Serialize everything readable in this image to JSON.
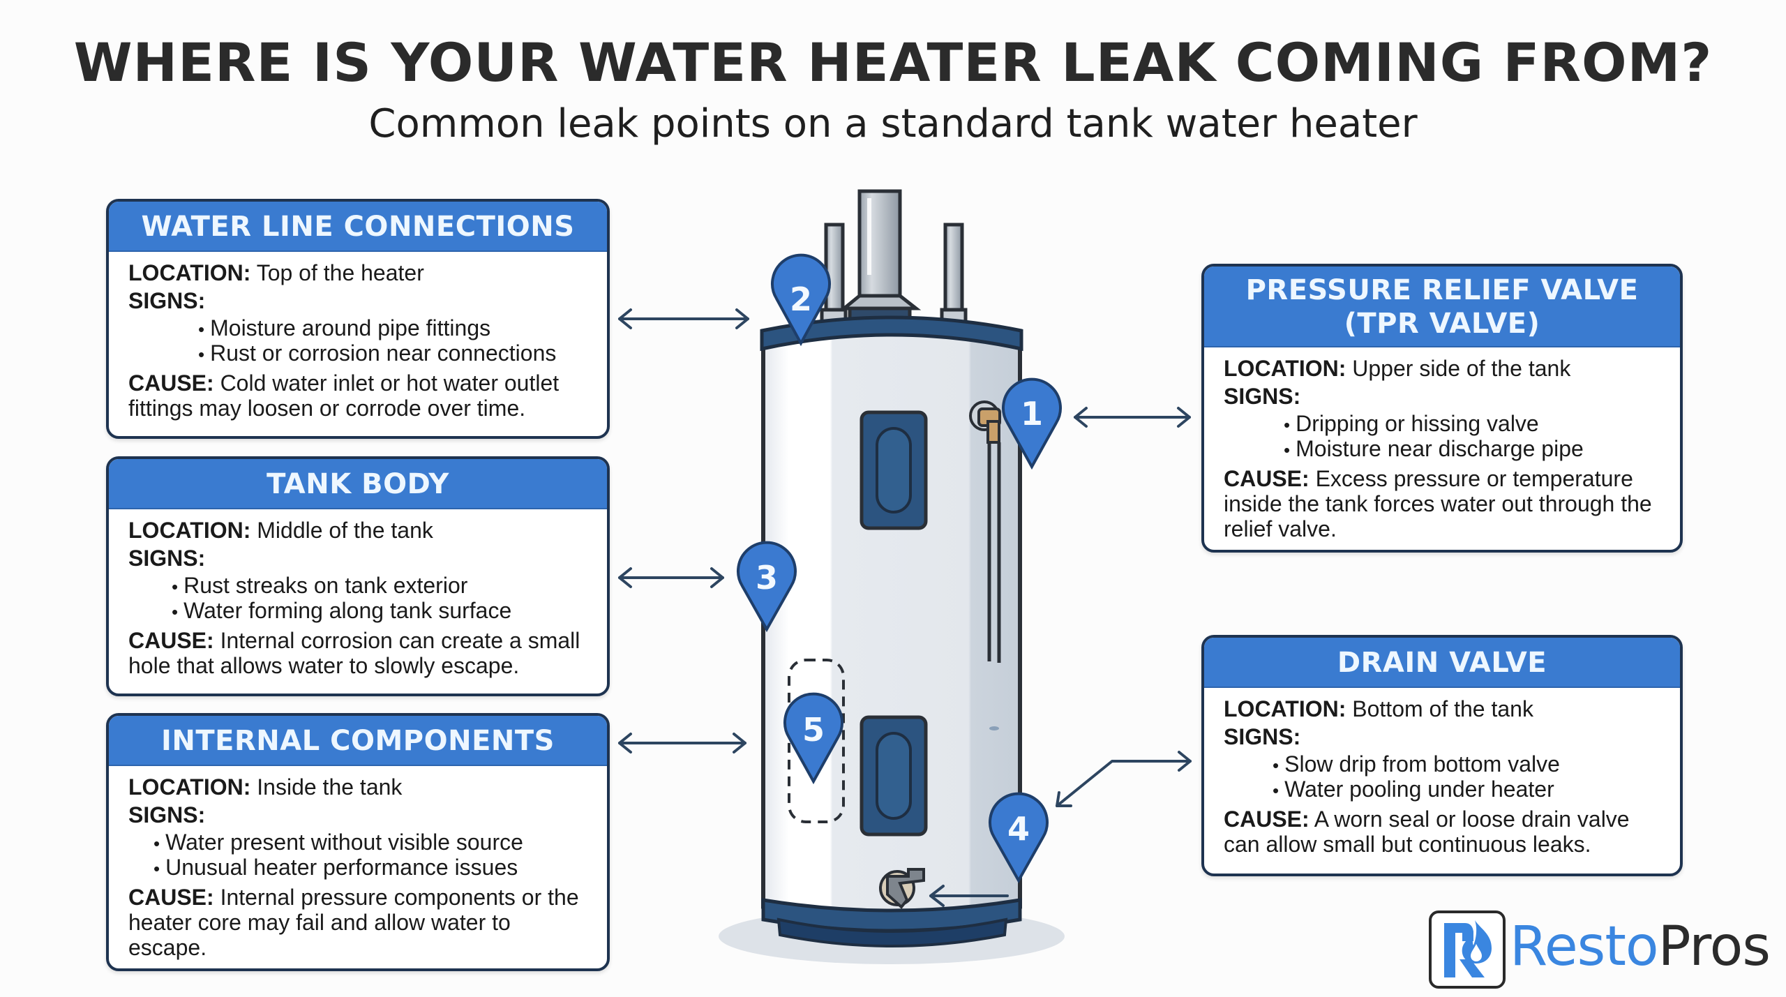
{
  "header": {
    "title": "WHERE IS YOUR WATER HEATER LEAK COMING FROM?",
    "subtitle": "Common leak points on a standard tank water heater"
  },
  "labels": {
    "location": "LOCATION:",
    "signs": "SIGNS:",
    "cause": "CAUSE:"
  },
  "panels": {
    "water_line": {
      "title": "WATER LINE CONNECTIONS",
      "location": "Top of the heater",
      "signs": [
        "Moisture around pipe fittings",
        "Rust or corrosion near connections"
      ],
      "cause": "Cold water inlet or hot water outlet fittings may loosen or corrode over time.",
      "marker": "2"
    },
    "tank_body": {
      "title": "TANK BODY",
      "location": "Middle of the tank",
      "signs": [
        "Rust streaks on tank exterior",
        "Water forming along tank surface"
      ],
      "cause": "Internal corrosion can create a small hole that allows water to slowly escape.",
      "marker": "3"
    },
    "internal": {
      "title": "INTERNAL COMPONENTS",
      "location": "Inside the tank",
      "signs": [
        "Water present without visible source",
        "Unusual heater performance issues"
      ],
      "cause": "Internal pressure components or the heater core may fail and allow water to escape.",
      "marker": "5"
    },
    "tpr": {
      "title_line1": "PRESSURE RELIEF VALVE",
      "title_line2": "(TPR VALVE)",
      "location": "Upper side of the tank",
      "signs": [
        "Dripping or hissing valve",
        "Moisture near discharge pipe"
      ],
      "cause": "Excess pressure or temperature inside the tank forces water out through the relief valve.",
      "marker": "1"
    },
    "drain": {
      "title": "DRAIN VALVE",
      "location": "Bottom of the tank",
      "signs": [
        "Slow drip from bottom valve",
        "Water pooling under heater"
      ],
      "cause": "A worn seal or loose drain valve can allow small but continuous leaks.",
      "marker": "4"
    }
  },
  "colors": {
    "accent_blue": "#3a7bd0",
    "navy": "#1e3350",
    "tank_navy": "#2c5480",
    "title_text": "#2b2b2b"
  },
  "brand": {
    "part1": "Resto",
    "part2": "Pros",
    "icon": "r-flame-drop-logo-icon"
  }
}
